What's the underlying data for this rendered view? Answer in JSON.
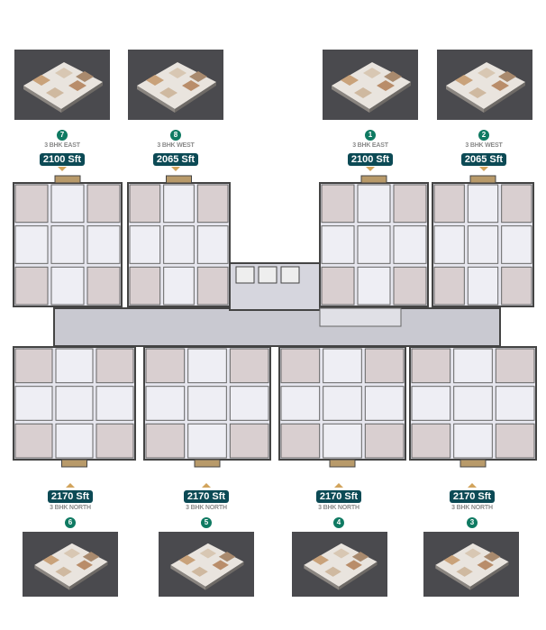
{
  "top_units": [
    {
      "number": "7",
      "type": "3 BHK EAST",
      "area": "2100 Sft"
    },
    {
      "number": "8",
      "type": "3 BHK WEST",
      "area": "2065 Sft"
    },
    {
      "number": "1",
      "type": "3 BHK EAST",
      "area": "2100 Sft"
    },
    {
      "number": "2",
      "type": "3 BHK WEST",
      "area": "2065 Sft"
    }
  ],
  "bottom_units": [
    {
      "number": "6",
      "type": "3 BHK NORTH",
      "area": "2170 Sft"
    },
    {
      "number": "5",
      "type": "3 BHK NORTH",
      "area": "2170 Sft"
    },
    {
      "number": "4",
      "type": "3 BHK NORTH",
      "area": "2170 Sft"
    },
    {
      "number": "3",
      "type": "3 BHK NORTH",
      "area": "2170 Sft"
    }
  ],
  "colors": {
    "badge": "#0c4a55",
    "unit_number": "#0f7a62",
    "pointer": "#d2a45c",
    "thumbnail_bg": "#4a4a4e",
    "corridor": "#c9c9d1",
    "room": "#e6e6ee",
    "bedroom": "#d9cfd0",
    "balcony": "#b89a6a"
  }
}
